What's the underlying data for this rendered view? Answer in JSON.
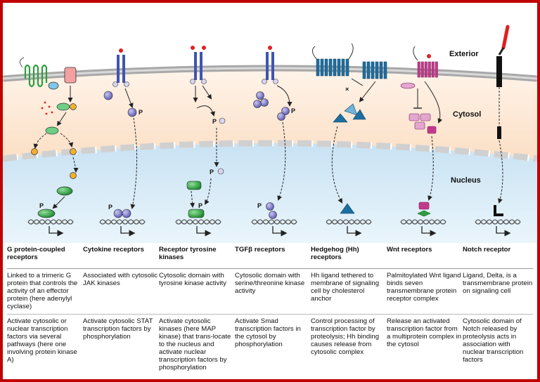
{
  "regions": {
    "exterior": "Exterior",
    "cytosol": "Cytosol",
    "nucleus": "Nucleus"
  },
  "symbols": {
    "phosphate": "P",
    "cross": "×"
  },
  "pathways": [
    {
      "title": "G protein-coupled receptors",
      "description": "Linked to a trimeric G protein that controls the activity of an effector protein (here adenylyl cyclase)",
      "mechanism": "Activate cytosolic or nuclear transcription factors via several pathways (here one involving protein kinase A)"
    },
    {
      "title": "Cytokine receptors",
      "description": "Associated with cytosolic JAK kinases",
      "mechanism": "Activate cytosolic STAT transcription factors by phosphorylation"
    },
    {
      "title": "Receptor tyrosine kinases",
      "description": "Cytosolic domain with tyrosine kinase activity",
      "mechanism": "Activate cytosolic kinases (here MAP kinase) that trans-locate to the nucleus and activate nuclear transcription factors by phosphorylation"
    },
    {
      "title": "TGFβ receptors",
      "description": "Cytosolic domain with serine/threonine kinase activity",
      "mechanism": "Activate Smad transcription factors in the cytosol by phosphorylation"
    },
    {
      "title": "Hedgehog (Hh) receptors",
      "description": "Hh ligand tethered to membrane of signaling cell by cholesterol anchor",
      "mechanism": "Control processing of transcription factor by proteolysis; Hh binding causes release from cytosolic complex"
    },
    {
      "title": "Wnt receptors",
      "description": "Palmitoylated Wnt ligand binds seven transmembrane protein receptor complex",
      "mechanism": "Release an activated transcription factor from a multiprotein complex in the cytosol"
    },
    {
      "title": "Notch receptor",
      "description": "Ligand, Delta, is a transmembrane protein on signaling cell",
      "mechanism": "Cytosolic domain of Notch released by proteolysis acts in association with nuclear transcription factors"
    }
  ],
  "colors": {
    "border": "#c00000",
    "cytosol": "#fde8d2",
    "nucleus": "#cfe6f4",
    "membrane": "#b9b9b9",
    "gpcr": "#2e9e3e",
    "cytokine": "#3f55b0",
    "smad": "#7a78c8",
    "hedgehog": "#1d6fa0",
    "wnt": "#c23a8c",
    "notch_red": "#e0202a",
    "dna": "#555555"
  }
}
